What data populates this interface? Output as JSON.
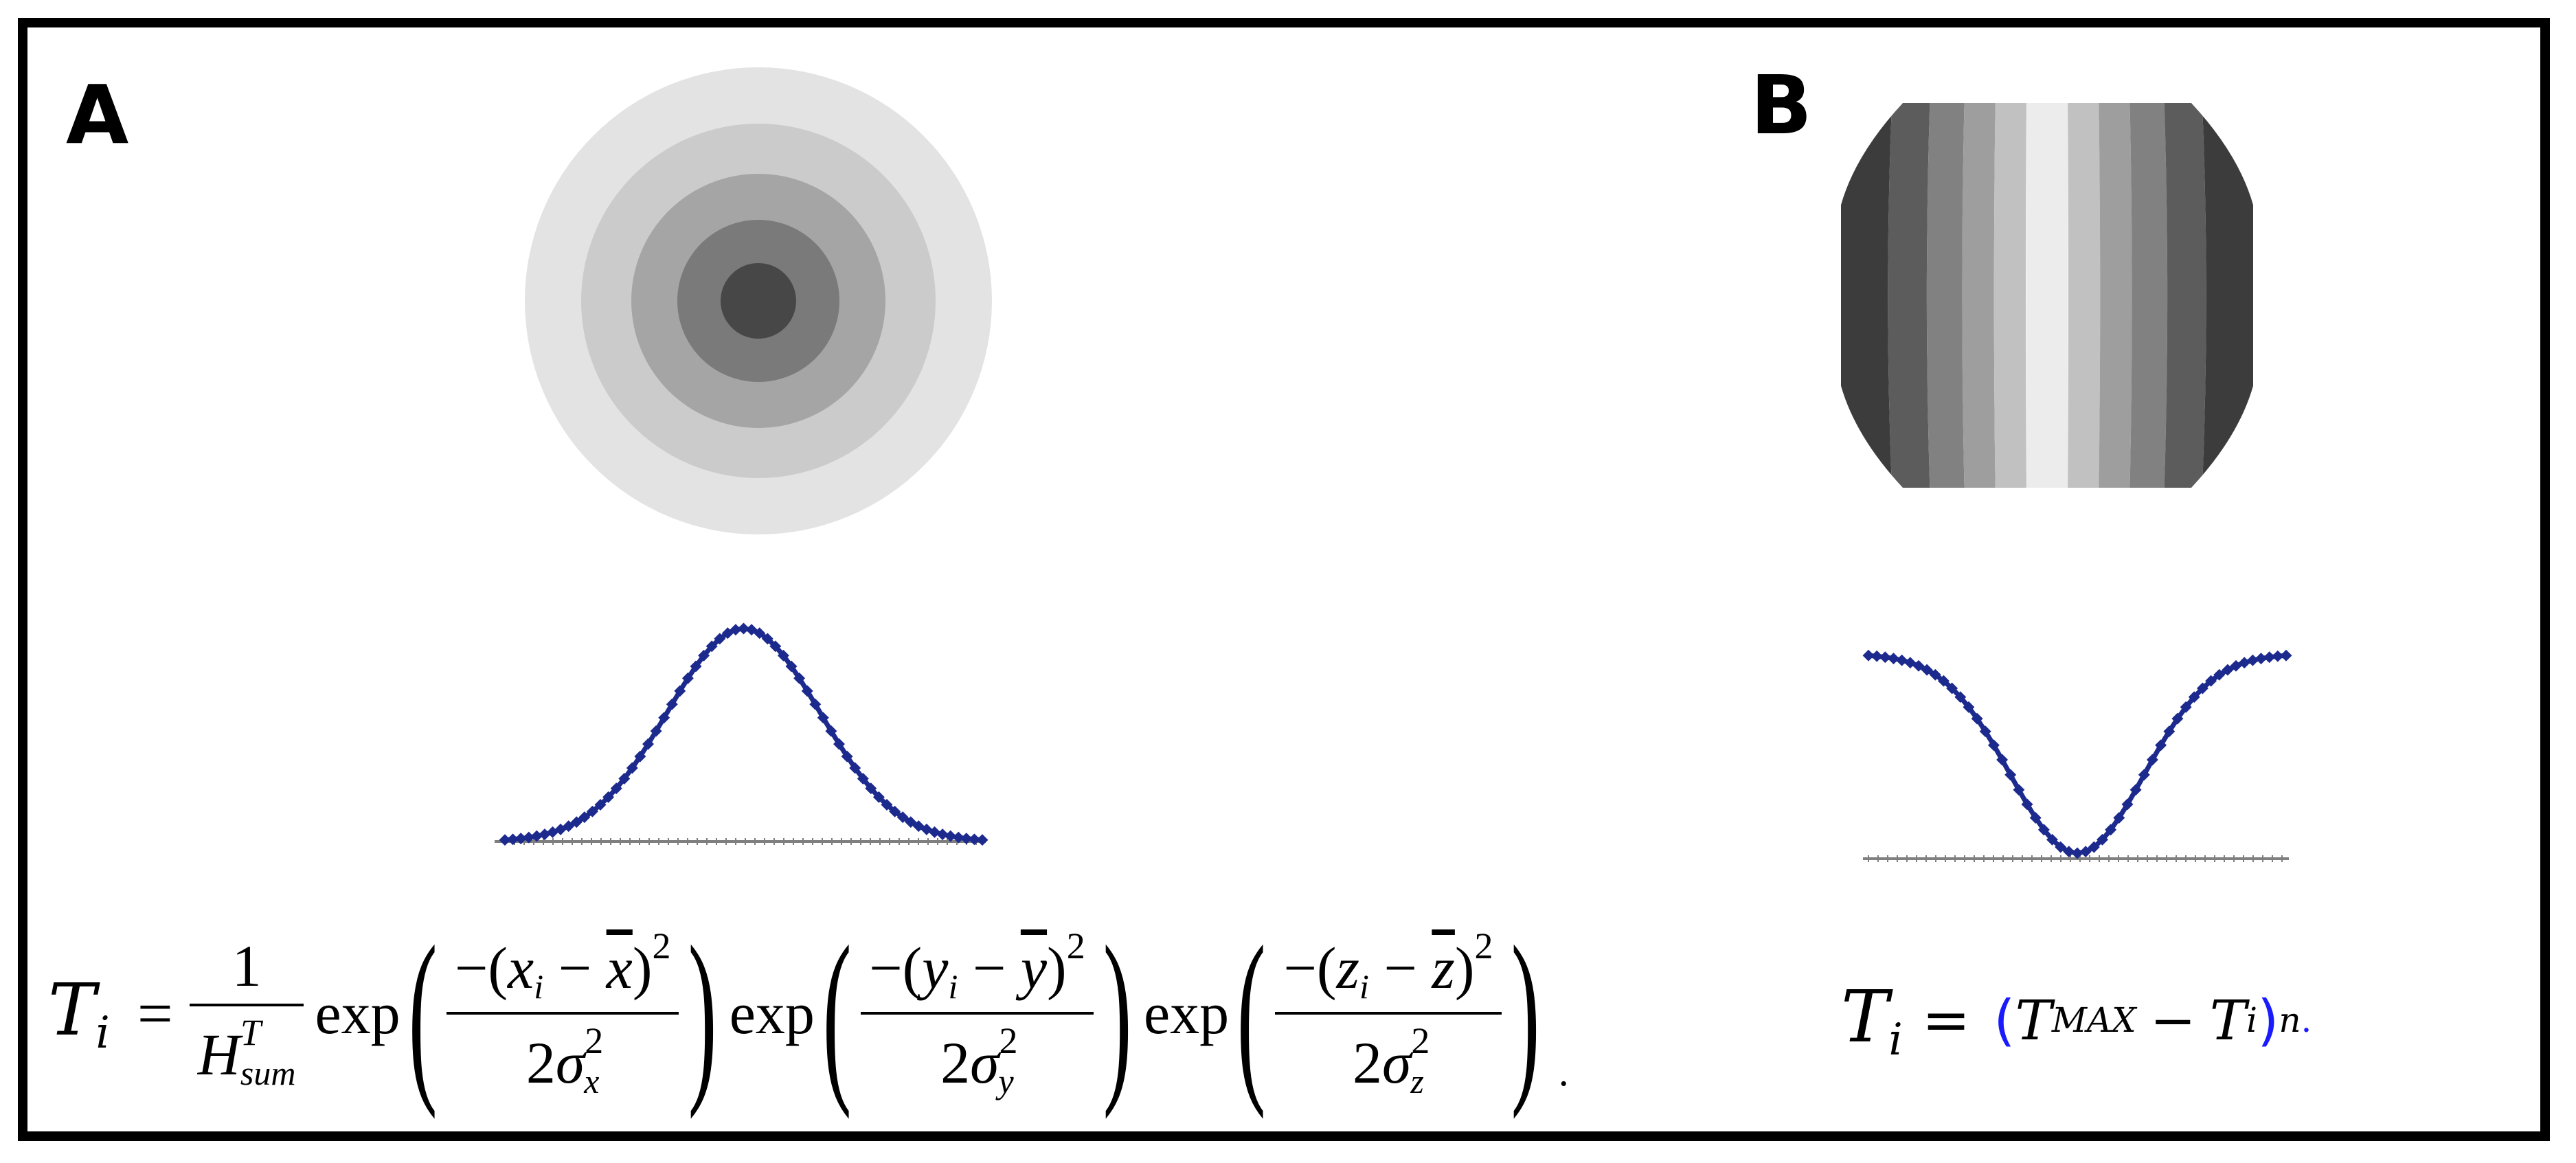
{
  "panels": {
    "a": {
      "label": "A"
    },
    "b": {
      "label": "B"
    }
  },
  "colors": {
    "ring_outer": "#e3e3e3",
    "ring_2": "#cbcbcb",
    "ring_3": "#a5a5a5",
    "ring_4": "#7a7a7a",
    "ring_center": "#474747",
    "curve_blue": "#1c2a8e",
    "baseline_gray": "#7f7f7f",
    "eq_blue": "#1a1aff"
  },
  "equation_a": {
    "lhs_var": "T",
    "lhs_sub": "i",
    "equals": "=",
    "coef_num": "1",
    "coef_den": "H",
    "coef_den_sup": "T",
    "coef_den_sub": "sum",
    "exp_word": "exp",
    "terms": [
      {
        "var": "x",
        "sub": "i",
        "mean": "x",
        "sigma_sub": "x"
      },
      {
        "var": "y",
        "sub": "i",
        "mean": "y",
        "sigma_sub": "y"
      },
      {
        "var": "z",
        "sub": "i",
        "mean": "z",
        "sigma_sub": "z"
      }
    ],
    "minus": "−",
    "square": "2",
    "two": "2",
    "sigma": "σ",
    "end_dot": "."
  },
  "equation_b": {
    "lhs_var": "T",
    "lhs_sub": "i",
    "equals": "=",
    "open_paren": "(",
    "tmax": "T",
    "tmax_sub": "MAX",
    "minus": "−",
    "ti": "T",
    "ti_sub": "i",
    "close_paren": ")",
    "norm_sub": "n",
    "end_dot": "."
  }
}
